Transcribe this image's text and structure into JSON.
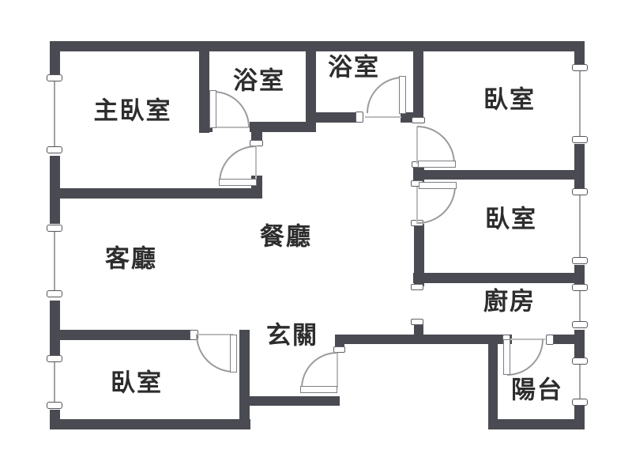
{
  "plan": {
    "title_label": "apartment-floor-plan",
    "colors": {
      "wall": "#4a4b52",
      "door_swing_line": "#9b9b9e",
      "window_line": "#a3a3a6",
      "label_text": "#2d2d2e",
      "background": "#ffffff"
    },
    "rooms": {
      "master_bedroom": {
        "label": "主臥室"
      },
      "bathroom_1": {
        "label": "浴室"
      },
      "bathroom_2": {
        "label": "浴室"
      },
      "bedroom_top_right": {
        "label": "臥室"
      },
      "bedroom_middle_right": {
        "label": "臥室"
      },
      "dining_room": {
        "label": "餐廳"
      },
      "living_room": {
        "label": "客廳"
      },
      "kitchen": {
        "label": "廚房"
      },
      "entryway": {
        "label": "玄關"
      },
      "bedroom_bottom_left": {
        "label": "臥室"
      },
      "balcony": {
        "label": "陽台"
      }
    }
  }
}
